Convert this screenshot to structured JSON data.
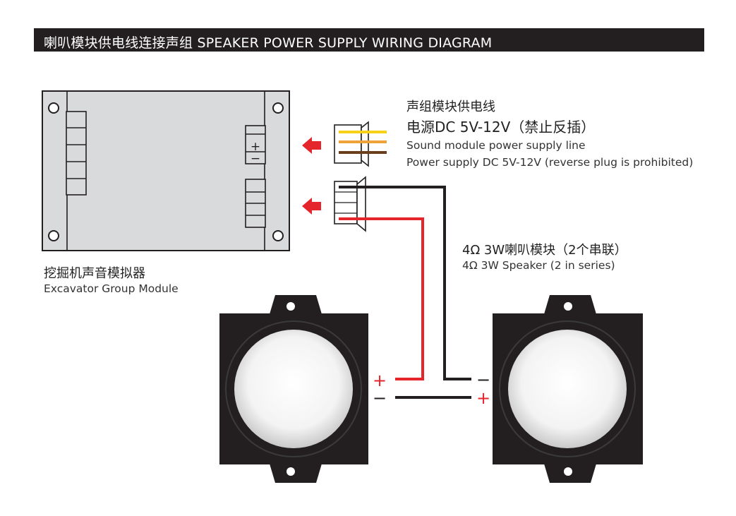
{
  "header": {
    "title": "喇叭模块供电线连接声组   SPEAKER POWER SUPPLY WIRING DIAGRAM"
  },
  "module": {
    "label_cn": "挖掘机声音模拟器",
    "label_en": "Excavator Group Module",
    "plus_sign": "+",
    "minus_sign": "−"
  },
  "power_line": {
    "label_cn_1": "声组模块供电线",
    "label_cn_2": "电源DC 5V-12V（禁止反插）",
    "label_en_1": "Sound module power supply line",
    "label_en_2": "Power supply DC 5V-12V (reverse plug is prohibited)"
  },
  "speaker": {
    "label_cn": "4Ω 3W喇叭模块（2个串联）",
    "label_en": "4Ω 3W Speaker (2 in series)"
  },
  "polarity": {
    "left_plus": "+",
    "left_minus": "−",
    "right_minus": "−",
    "right_plus": "+"
  },
  "colors": {
    "board": "#d9dadc",
    "board_outline": "#231f20",
    "header_bg": "#231f20",
    "arrow_red": "#e4252c",
    "wire_red": "#e4252c",
    "wire_black": "#231f20",
    "wire_yellow": "#f7d117",
    "wire_orange": "#f0a23a",
    "wire_brown": "#6b3f1e",
    "speaker_body": "#231f20",
    "speaker_cone": "#f2f2f2"
  }
}
